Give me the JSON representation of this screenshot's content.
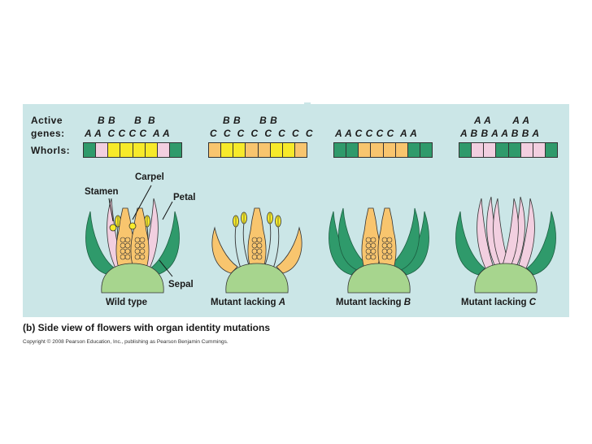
{
  "labels": {
    "active_genes_line1": "Active",
    "active_genes_line2": "genes:",
    "whorls": "Whorls:",
    "carpel": "Carpel",
    "stamen": "Stamen",
    "petal": "Petal",
    "sepal": "Sepal"
  },
  "panels": [
    {
      "genes_top": "B B      B  B",
      "genes_bottom": "A A  C C C C  A A",
      "caption_prefix": "Wild type",
      "caption_gene": "",
      "whorls": [
        "green",
        "pink",
        "yellow",
        "yellow",
        "yellow",
        "yellow",
        "pink",
        "green"
      ]
    },
    {
      "genes_top": "B B      B B",
      "genes_bottom": "C  C  C  C  C  C  C  C",
      "caption_prefix": "Mutant lacking ",
      "caption_gene": "A",
      "whorls": [
        "orange",
        "yellow",
        "yellow",
        "orange",
        "orange",
        "yellow",
        "yellow",
        "orange"
      ]
    },
    {
      "genes_top": "",
      "genes_bottom": "A A C C C C  A A",
      "caption_prefix": "Mutant lacking ",
      "caption_gene": "B",
      "whorls": [
        "green",
        "green",
        "orange",
        "orange",
        "orange",
        "orange",
        "green",
        "green"
      ]
    },
    {
      "genes_top": "A A       A A",
      "genes_bottom": "A B B A A B B A",
      "caption_prefix": "Mutant lacking ",
      "caption_gene": "C",
      "whorls": [
        "green",
        "pink",
        "pink",
        "green",
        "green",
        "pink",
        "pink",
        "green"
      ]
    }
  ],
  "colors": {
    "green": "#2f9a6b",
    "pink": "#f2cfe0",
    "yellow": "#f7ea2a",
    "orange": "#f8c56e",
    "receptacle": "#a7d58e",
    "background": "#cbe6e7"
  },
  "caption": "(b) Side view of flowers with organ identity mutations",
  "copyright": "Copyright © 2008 Pearson Education, Inc., publishing as Pearson Benjamin Cummings."
}
